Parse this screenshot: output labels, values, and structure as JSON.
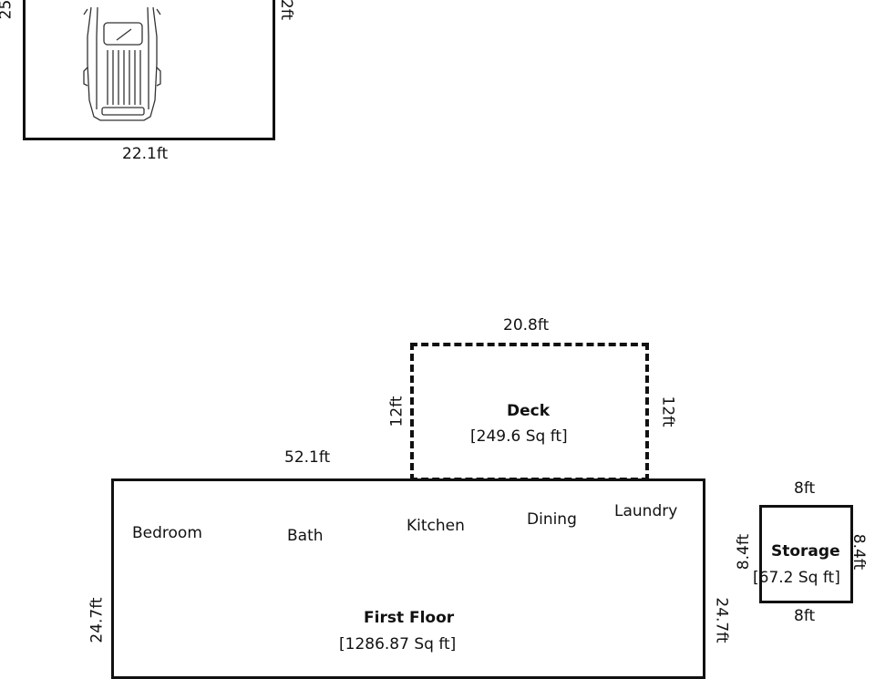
{
  "garage": {
    "bottom_dim": "22.1ft",
    "left_dim_partial": "25",
    "right_dim_partial": "2ft"
  },
  "deck": {
    "name": "Deck",
    "area": "[249.6 Sq ft]",
    "top_dim": "20.8ft",
    "left_dim": "12ft",
    "right_dim": "12ft"
  },
  "first_floor": {
    "name": "First Floor",
    "area": "[1286.87 Sq ft]",
    "top_dim": "52.1ft",
    "left_dim": "24.7ft",
    "right_dim": "24.7ft",
    "rooms": [
      "Bedroom",
      "Bath",
      "Kitchen",
      "Dining",
      "Laundry"
    ]
  },
  "storage": {
    "name": "Storage",
    "area": "[67.2 Sq ft]",
    "top_dim": "8ft",
    "bottom_dim": "8ft",
    "left_dim": "8.4ft",
    "right_dim": "8.4ft"
  }
}
